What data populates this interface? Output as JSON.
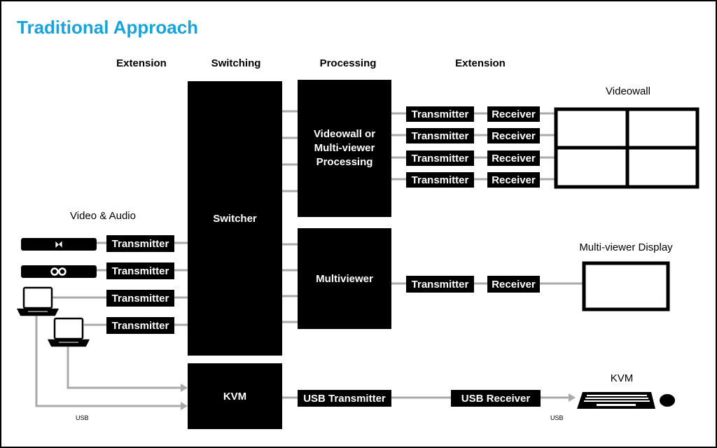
{
  "title": "Traditional Approach",
  "headers": {
    "extension_left": "Extension",
    "switching": "Switching",
    "processing": "Processing",
    "extension_right": "Extension"
  },
  "labels": {
    "video_audio": "Video & Audio",
    "videowall": "Videowall",
    "multiviewer_display": "Multi-viewer Display",
    "kvm_right": "KVM",
    "usb_left": "USB",
    "usb_right": "USB"
  },
  "blocks": {
    "switcher": "Switcher",
    "videowall_processing": "Videowall or\nMulti-viewer\nProcessing",
    "multiviewer": "Multiviewer",
    "kvm": "KVM"
  },
  "source_transmitters": [
    "Transmitter",
    "Transmitter",
    "Transmitter",
    "Transmitter"
  ],
  "videowall_links": [
    {
      "tx": "Transmitter",
      "rx": "Receiver"
    },
    {
      "tx": "Transmitter",
      "rx": "Receiver"
    },
    {
      "tx": "Transmitter",
      "rx": "Receiver"
    },
    {
      "tx": "Transmitter",
      "rx": "Receiver"
    }
  ],
  "multiviewer_link": {
    "tx": "Transmitter",
    "rx": "Receiver"
  },
  "usb": {
    "tx": "USB Transmitter",
    "rx": "USB Receiver"
  },
  "colors": {
    "title": "#1aa3d9",
    "wire": "#aaaaaa",
    "block": "#000000"
  }
}
